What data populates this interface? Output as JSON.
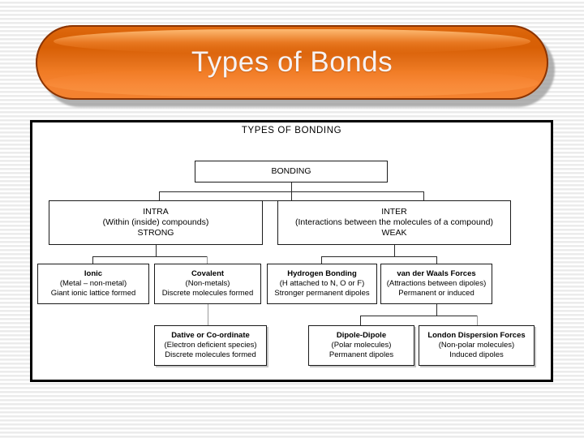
{
  "slide": {
    "title": "Types of Bonds",
    "banner_color": "#e2690f",
    "title_color": "#f7f2f2"
  },
  "diagram": {
    "title": "TYPES OF BONDING",
    "type": "flowchart",
    "nodes": {
      "bonding": {
        "heading": "BONDING"
      },
      "intra": {
        "heading": "INTRA",
        "detail": "(Within (inside) compounds)",
        "strength": "STRONG"
      },
      "inter": {
        "heading": "INTER",
        "detail": "(Interactions between the molecules of a compound)",
        "strength": "WEAK"
      },
      "ionic": {
        "heading": "Ionic",
        "detail": "(Metal – non-metal)",
        "note": "Giant ionic lattice formed"
      },
      "covalent": {
        "heading": "Covalent",
        "detail": "(Non-metals)",
        "note": "Discrete molecules formed"
      },
      "hydrogen": {
        "heading": "Hydrogen Bonding",
        "detail": "(H attached to N, O or F)",
        "note": "Stronger permanent dipoles"
      },
      "vanderwaals": {
        "heading": "van der Waals Forces",
        "detail": "(Attractions between dipoles)",
        "note": "Permanent or induced"
      },
      "dative": {
        "heading": "Dative or Co-ordinate",
        "detail": "(Electron deficient species)",
        "note": "Discrete molecules formed"
      },
      "dipole": {
        "heading": "Dipole-Dipole",
        "detail": "(Polar molecules)",
        "note": "Permanent dipoles"
      },
      "london": {
        "heading": "London Dispersion Forces",
        "detail": "(Non-polar molecules)",
        "note": "Induced dipoles"
      }
    },
    "edges": [
      {
        "from": "bonding",
        "to": "intra"
      },
      {
        "from": "bonding",
        "to": "inter"
      },
      {
        "from": "intra",
        "to": "ionic"
      },
      {
        "from": "intra",
        "to": "covalent"
      },
      {
        "from": "inter",
        "to": "hydrogen"
      },
      {
        "from": "inter",
        "to": "vanderwaals"
      },
      {
        "from": "covalent",
        "to": "dative"
      },
      {
        "from": "vanderwaals",
        "to": "dipole"
      },
      {
        "from": "vanderwaals",
        "to": "london"
      }
    ]
  }
}
